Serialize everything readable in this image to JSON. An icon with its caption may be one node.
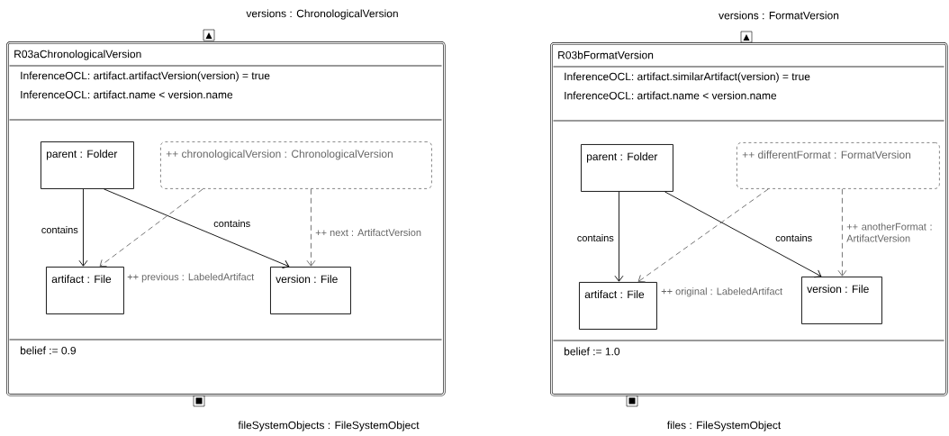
{
  "diagram": {
    "nodes": [
      {
        "text": [
          "R03aChronologicalVersion",
          "InferenceOCL: artifact.artifactVersion(version) = true",
          "InferenceOCL: artifact.name < version.name",
          "belief := 0.9"
        ]
      },
      {
        "text": [
          "parent : Folder"
        ],
        "in": 0
      },
      {
        "text": [
          "++ chronologicalVersion : ChronologicalVersion"
        ],
        "in": 0
      },
      {
        "text": [
          "artifact : File"
        ],
        "in": 0
      },
      {
        "text": [
          "version : File"
        ],
        "in": 0
      },
      {
        "text": [
          "R03bFormatVersion",
          "InferenceOCL: artifact.similarArtifact(version) = true",
          "InferenceOCL: artifact.name < version.name",
          "belief := 1.0"
        ]
      },
      {
        "text": [
          "parent : Folder"
        ],
        "in": 5
      },
      {
        "text": [
          "++ differentFormat : FormatVersion"
        ],
        "in": 5
      },
      {
        "text": [
          "artifact : File"
        ],
        "in": 5
      },
      {
        "text": [
          "version : File"
        ],
        "in": 5
      }
    ],
    "edges": [
      {
        "from": 1,
        "to": 3,
        "arrow": "to",
        "label": "contains"
      },
      {
        "from": 1,
        "to": 4,
        "arrow": "to",
        "label": "contains"
      },
      {
        "from": 2,
        "to": 3,
        "arrow": "to",
        "label": "++ previous : LabeledArtifact",
        "style": "dashed",
        "color": "#666666"
      },
      {
        "from": 2,
        "to": 4,
        "arrow": "to",
        "label": "++ next : ArtifactVersion",
        "style": "dashed",
        "color": "#666666"
      },
      {
        "from": 6,
        "to": 8,
        "arrow": "to",
        "label": "contains"
      },
      {
        "from": 6,
        "to": 9,
        "arrow": "to",
        "label": "contains"
      },
      {
        "from": 7,
        "to": 8,
        "arrow": "to",
        "label": "++ original : LabeledArtifact",
        "style": "dashed",
        "color": "#666666"
      },
      {
        "from": 7,
        "to": 9,
        "arrow": "to",
        "label": "++ anotherFormat : ArtifactVersion",
        "style": "dashed",
        "color": "#666666"
      }
    ],
    "labels": [
      "versions : ChronologicalVersion",
      "versions : FormatVersion",
      "fileSystemObjects : FileSystemObject",
      "files : FileSystemObject"
    ]
  }
}
